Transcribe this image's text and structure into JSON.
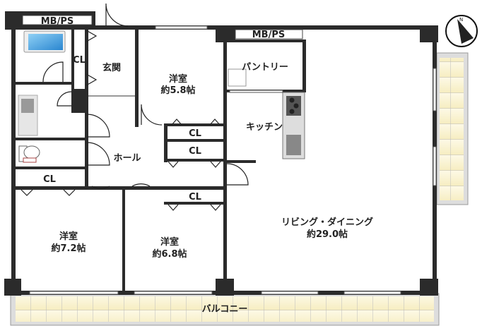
{
  "rooms": {
    "mbps_left": "MB/PS",
    "mbps_right": "MB/PS",
    "entrance": "玄関",
    "closet_entrance": "CL",
    "western_top_name": "洋室",
    "western_top_size": "約5.8帖",
    "pantry": "パントリー",
    "kitchen": "キッチン",
    "closet_a": "CL",
    "closet_b": "CL",
    "closet_c": "CL",
    "closet_d": "CL",
    "hall": "ホール",
    "living_name": "リビング・ダイニング",
    "living_size": "約29.0帖",
    "bedroom_left_name": "洋室",
    "bedroom_left_size": "約7.2帖",
    "bedroom_mid_name": "洋室",
    "bedroom_mid_size": "約6.8帖",
    "balcony": "バルコニー"
  },
  "compass": {
    "label": "N"
  },
  "colors": {
    "wall": "#2b2b2b",
    "balcony": "#fbf6dc",
    "bath": "#3d9be0"
  }
}
